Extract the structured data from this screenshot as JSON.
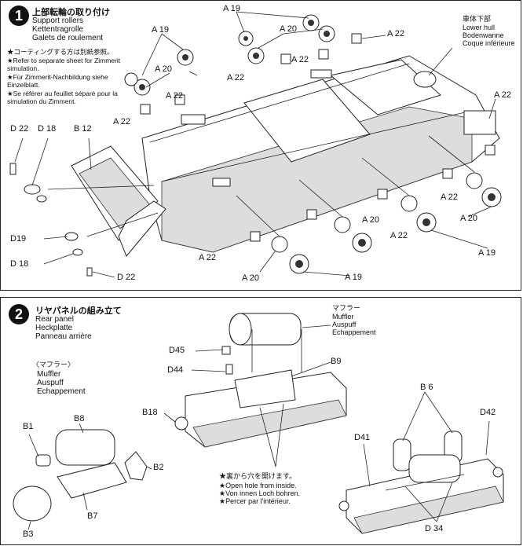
{
  "step1": {
    "number": "1",
    "title_jp": "上部転輪の取り付け",
    "title_en": "Support rollers",
    "title_de": "Kettentragrolle",
    "title_fr": "Galets de roulement",
    "note_jp": "★コーティングする方は別紙参照。",
    "note_en": "★Refer to separate sheet for Zimmerit simulation.",
    "note_de": "★Für Zimmerit-Nachbildung siehe Einzelblatt.",
    "note_fr": "★Se référer au feuillet séparé pour la simulation du Zimment.",
    "hull_jp": "車体下部",
    "hull_en": "Lower hull",
    "hull_de": "Bodenwanne",
    "hull_fr": "Coque inférieure",
    "parts": {
      "a19": "A 19",
      "a20": "A 20",
      "a22": "A 22",
      "d22": "D 22",
      "d18": "D 18",
      "d19": "D19",
      "b12": "B 12"
    }
  },
  "step2": {
    "number": "2",
    "title_jp": "リヤパネルの組み立て",
    "title_en": "Rear panel",
    "title_de": "Heckplatte",
    "title_fr": "Panneau arrière",
    "muffler_jp": "マフラー",
    "muffler_jp_left": "〈マフラー〉",
    "muffler_en": "Muffler",
    "muffler_de": "Auspuff",
    "muffler_fr": "Echappement",
    "hole_jp": "★裏から穴を開けます。",
    "hole_en": "★Open hole from inside.",
    "hole_de": "★Von innen Loch bohren.",
    "hole_fr": "★Percer par l'intérieur.",
    "parts": {
      "d45": "D45",
      "d44": "D44",
      "b9": "B9",
      "b18": "B18",
      "b1": "B1",
      "b8": "B8",
      "b2": "B2",
      "b7": "B7",
      "b3": "B3",
      "b6": "B 6",
      "d42": "D42",
      "d41": "D41",
      "d34": "D 34"
    }
  }
}
